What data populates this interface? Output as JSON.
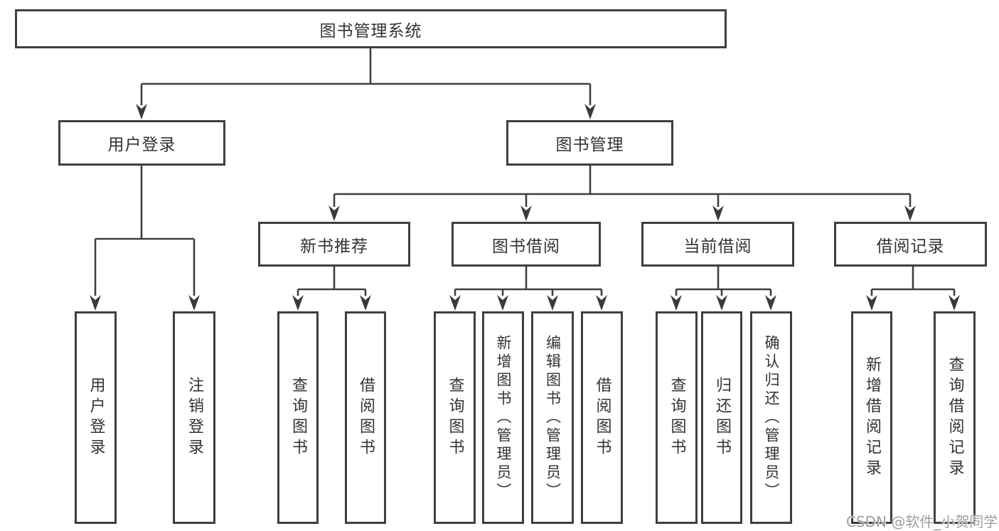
{
  "diagram": {
    "type": "tree",
    "root": {
      "label": "图书管理系统",
      "children": [
        {
          "label": "用户登录",
          "children": [
            {
              "label": "用户登录"
            },
            {
              "label": "注销登录"
            }
          ]
        },
        {
          "label": "图书管理",
          "children": [
            {
              "label": "新书推荐",
              "children": [
                {
                  "label": "查询图书"
                },
                {
                  "label": "借阅图书"
                }
              ]
            },
            {
              "label": "图书借阅",
              "children": [
                {
                  "label": "查询图书"
                },
                {
                  "label": "新增图书（管理员）"
                },
                {
                  "label": "编辑图书（管理员）"
                },
                {
                  "label": "借阅图书"
                }
              ]
            },
            {
              "label": "当前借阅",
              "children": [
                {
                  "label": "查询图书"
                },
                {
                  "label": "归还图书"
                },
                {
                  "label": "确认归还（管理员）"
                }
              ]
            },
            {
              "label": "借阅记录",
              "children": [
                {
                  "label": "新增借阅记录"
                },
                {
                  "label": "查询借阅记录"
                }
              ]
            }
          ]
        }
      ]
    }
  },
  "watermark": {
    "text": "CSDN @软件_小贺同学"
  },
  "colors": {
    "line": "#3f3f3f",
    "box_border": "#3f3f3f",
    "text": "#333333",
    "watermark": "#9e9e9e",
    "background": "#ffffff"
  }
}
